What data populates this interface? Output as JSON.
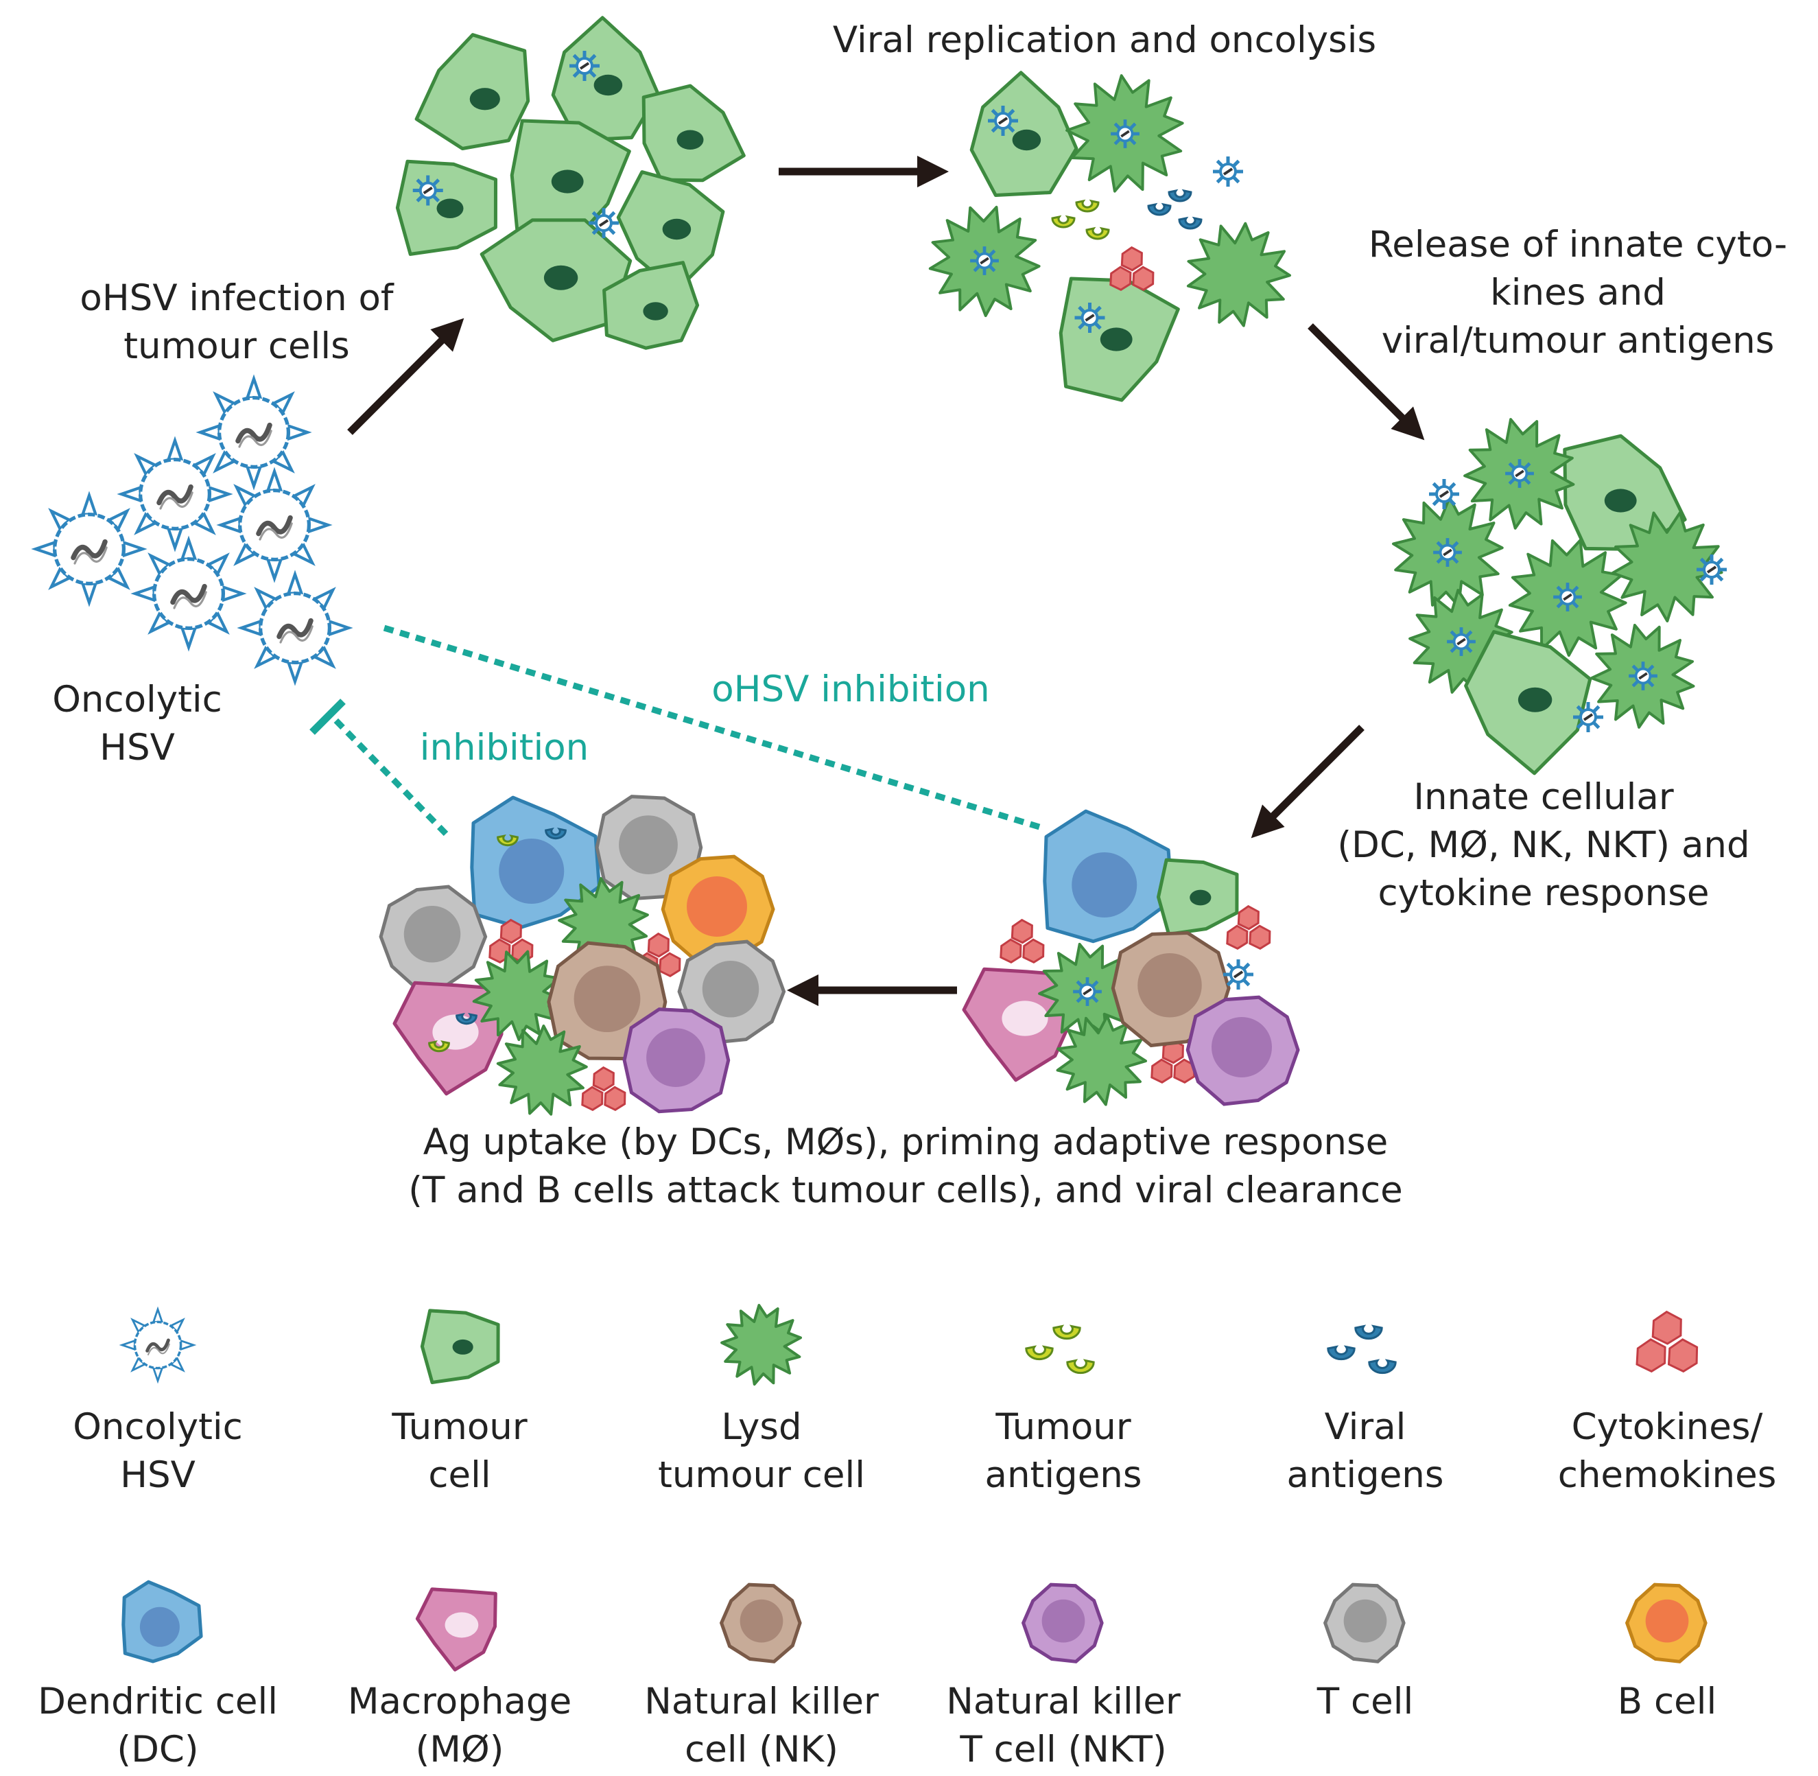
{
  "labels": {
    "infection": [
      "oHSV infection of",
      "tumour cells"
    ],
    "replication": "Viral replication and oncolysis",
    "release": [
      "Release of innate cyto-",
      "kines and",
      "viral/tumour antigens"
    ],
    "innate": [
      "Innate cellular",
      "(DC, MØ, NK, NKT) and",
      "cytokine response"
    ],
    "uptake": [
      "Ag uptake (by DCs, MØs), priming adaptive response",
      "(T and B cells attack tumour cells), and viral clearance"
    ],
    "oncolytic": [
      "Oncolytic",
      "HSV"
    ],
    "ohsv_inhibition": "oHSV inhibition",
    "inhibition": "inhibition"
  },
  "legend": [
    {
      "icon": "virus-icon",
      "lines": [
        "Oncolytic",
        "HSV"
      ]
    },
    {
      "icon": "tumour-cell-icon",
      "lines": [
        "Tumour",
        "cell"
      ]
    },
    {
      "icon": "lysed-cell-icon",
      "lines": [
        "Lysd",
        "tumour cell"
      ]
    },
    {
      "icon": "tumour-antigen-icon",
      "lines": [
        "Tumour",
        "antigens"
      ]
    },
    {
      "icon": "viral-antigen-icon",
      "lines": [
        "Viral",
        "antigens"
      ]
    },
    {
      "icon": "cytokine-icon",
      "lines": [
        "Cytokines/",
        "chemokines"
      ]
    },
    {
      "icon": "dendritic-cell-icon",
      "lines": [
        "Dendritic cell",
        "(DC)"
      ]
    },
    {
      "icon": "macrophage-icon",
      "lines": [
        "Macrophage",
        "(MØ)"
      ]
    },
    {
      "icon": "nk-cell-icon",
      "lines": [
        "Natural killer",
        "cell (NK)"
      ]
    },
    {
      "icon": "nkt-cell-icon",
      "lines": [
        "Natural killer",
        "T cell (NKT)"
      ]
    },
    {
      "icon": "t-cell-icon",
      "lines": [
        "T cell"
      ]
    },
    {
      "icon": "b-cell-icon",
      "lines": [
        "B cell"
      ]
    }
  ],
  "colors": {
    "tumour_fill": "#9fd49c",
    "tumour_stroke": "#3d8a3f",
    "nucleus": "#1f5a3a",
    "lysed_fill": "#6fba6c",
    "virus": "#2f86bf",
    "tumour_antigen": "#c9d629",
    "viral_antigen": "#2f7fae",
    "cytokine": "#e87a78",
    "dc_fill": "#7db8e0",
    "mac_fill": "#d98cb6",
    "nk_fill": "#c7ab98",
    "nkt_fill": "#c59ad0",
    "t_fill": "#c3c3c3",
    "b_fill": "#f4b542",
    "arrow": "#231815",
    "inhibition": "#1aa89a"
  }
}
